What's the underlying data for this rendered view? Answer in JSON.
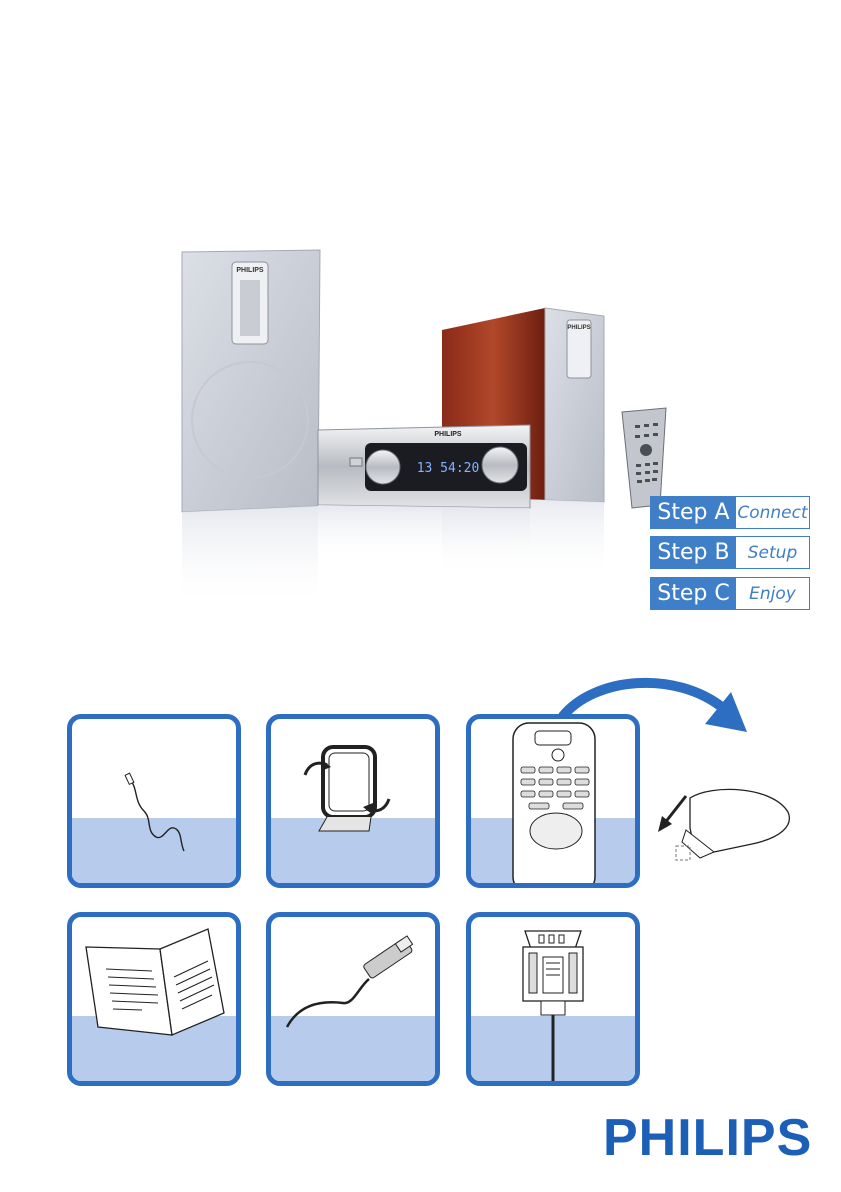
{
  "steps": [
    {
      "num": "Step A",
      "word": "Connect"
    },
    {
      "num": "Step B",
      "word": "Setup"
    },
    {
      "num": "Step C",
      "word": "Enjoy"
    }
  ],
  "hero_product": {
    "left_speaker_logo": "PHILIPS",
    "right_speaker_logo": "PHILIPS",
    "unit_logo": "PHILIPS",
    "display_readout": "13 54:20"
  },
  "accessories": [
    {
      "icon": "fm-wire-antenna-icon"
    },
    {
      "icon": "am-loop-antenna-icon"
    },
    {
      "icon": "remote-control-icon"
    },
    {
      "icon": "user-manual-icon"
    },
    {
      "icon": "usb-cable-icon"
    },
    {
      "icon": "connector-cable-icon"
    }
  ],
  "brand": {
    "logo": "PHILIPS"
  },
  "colors": {
    "accent": "#2d6ec2",
    "band": "#b7ccec",
    "step_blue": "#3f7fc8",
    "brand": "#1b5fb6"
  }
}
